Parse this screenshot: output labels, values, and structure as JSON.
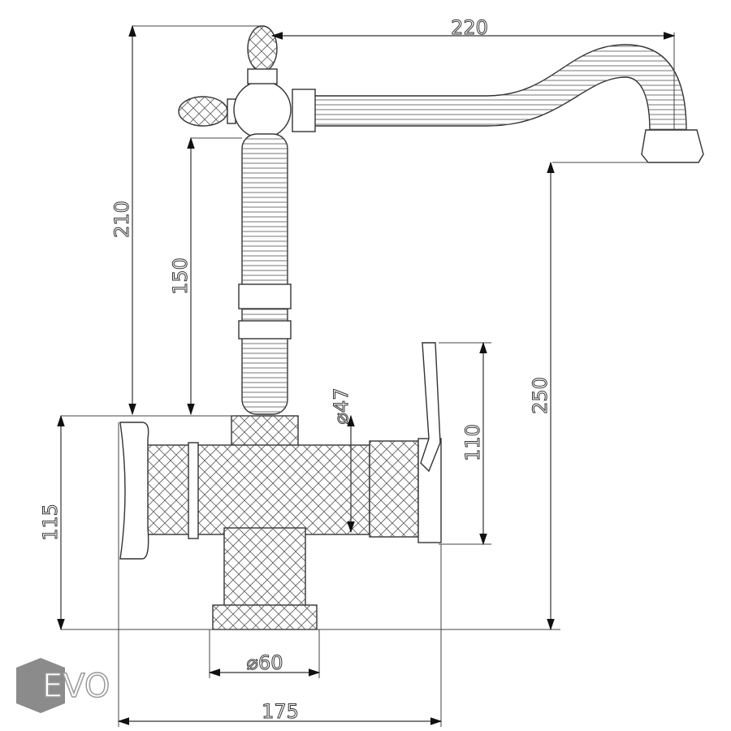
{
  "drawing": {
    "dimensions": {
      "spout_reach": "220",
      "total_height": "210",
      "column_height": "150",
      "spout_height": "250",
      "body_height": "115",
      "body_diameter": "⌀47",
      "lever_height": "110",
      "base_diameter": "⌀60",
      "total_width": "175"
    }
  },
  "logo": {
    "text": "EVO",
    "color": "#777777"
  }
}
